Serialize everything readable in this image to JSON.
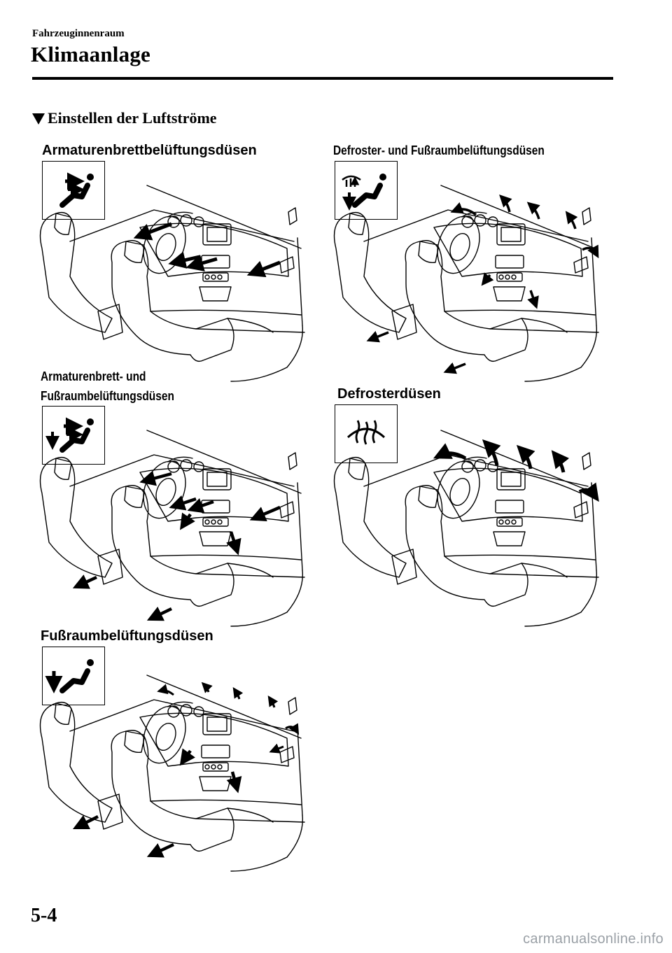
{
  "header": {
    "chapter": "Fahrzeuginnenraum",
    "title": "Klimaanlage"
  },
  "section": {
    "marker": "▼",
    "title": "Einstellen der Luftströme"
  },
  "panels": [
    {
      "label": "Armaturenbrettbelüftungsdüsen",
      "icon": "panel-vent-icon"
    },
    {
      "label": "Defroster- und Fußraumbelüftungsdüsen",
      "icon": "defrost-floor-vent-icon"
    },
    {
      "label_line1": "Armaturenbrett- und",
      "label_line2": "Fußraumbelüftungsdüsen",
      "icon": "bi-level-vent-icon"
    },
    {
      "label": "Defrosterdüsen",
      "icon": "defrost-icon"
    },
    {
      "label": "Fußraumbelüftungsdüsen",
      "icon": "floor-vent-icon"
    }
  ],
  "footer": {
    "page_number": "5-4",
    "watermark": "carmanualsonline.info"
  }
}
